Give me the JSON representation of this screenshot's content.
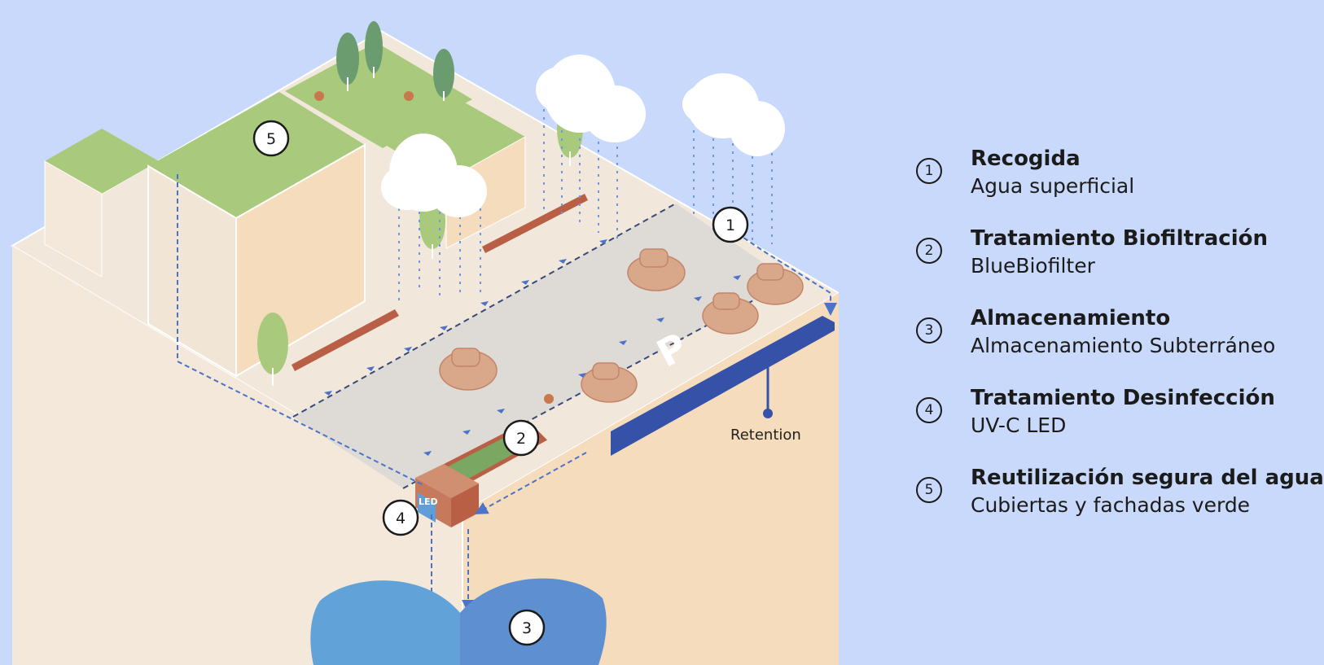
{
  "legend": [
    {
      "num": "1",
      "title": "Recogida",
      "subtitle": "Agua superficial"
    },
    {
      "num": "2",
      "title": "Tratamiento Biofiltración",
      "subtitle": "BlueBiofilter"
    },
    {
      "num": "3",
      "title": "Almacenamiento",
      "subtitle": "Almacenamiento Subterráneo"
    },
    {
      "num": "4",
      "title": "Tratamiento Desinfección",
      "subtitle": "UV-C LED"
    },
    {
      "num": "5",
      "title": "Reutilización segura del agua",
      "subtitle": "Cubiertas y fachadas verde"
    }
  ],
  "diagram": {
    "markers": [
      "1",
      "2",
      "3",
      "4",
      "5"
    ],
    "retention_label": "Retention",
    "led_label": "LED",
    "parking_label": "P"
  },
  "colors": {
    "background": "#c9d9fb",
    "ground_top": "#f1e7da",
    "ground_front": "#f4dcbc",
    "lawn": "#a9c97d",
    "road": "#dedbd6",
    "car": "#d9a88b",
    "water_left": "#61a3d9",
    "water_right": "#5e8fd1",
    "retention_bar": "#3552a8",
    "flow_arrow": "#4a73c9"
  }
}
